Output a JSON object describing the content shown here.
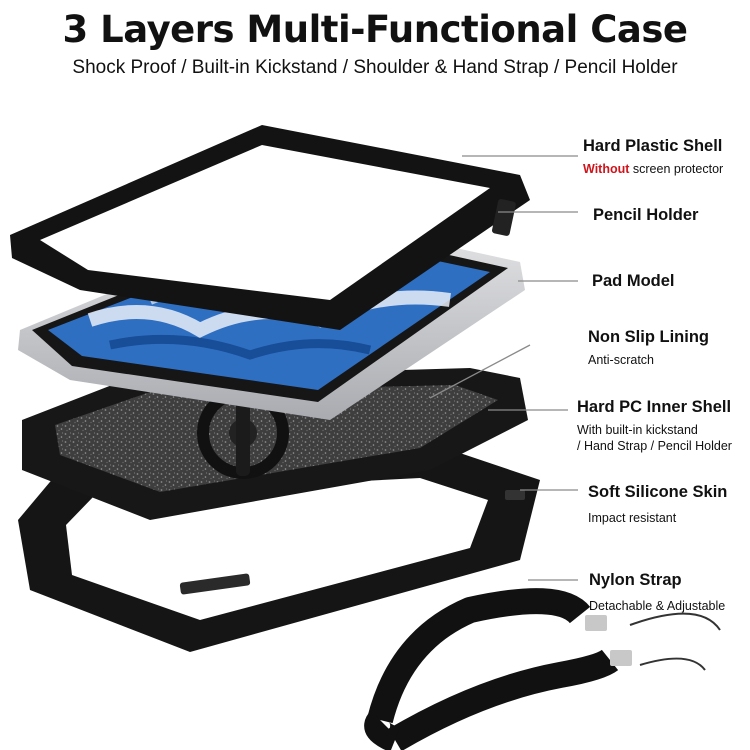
{
  "header": {
    "title": "3 Layers Multi-Functional Case",
    "subtitle": "Shock Proof / Built-in Kickstand / Shoulder & Hand Strap / Pencil Holder"
  },
  "callouts": [
    {
      "heading": "Hard Plastic Shell",
      "sub_highlight": "Without",
      "sub_rest": " screen protector",
      "line2": ""
    },
    {
      "heading": "Pencil Holder",
      "sub_highlight": "",
      "sub_rest": "",
      "line2": ""
    },
    {
      "heading": "Pad Model",
      "sub_highlight": "",
      "sub_rest": "",
      "line2": ""
    },
    {
      "heading": "Non Slip Lining",
      "sub_highlight": "",
      "sub_rest": "Anti-scratch",
      "line2": ""
    },
    {
      "heading": "Hard PC Inner Shell",
      "sub_highlight": "",
      "sub_rest": "With built-in kickstand",
      "line2": "/ Hand Strap / Pencil Holder"
    },
    {
      "heading": "Soft Silicone Skin",
      "sub_highlight": "",
      "sub_rest": "Impact resistant",
      "line2": ""
    },
    {
      "heading": "Nylon Strap",
      "sub_highlight": "",
      "sub_rest": "Detachable & Adjustable",
      "line2": ""
    }
  ],
  "colors": {
    "highlight": "#d0141b",
    "case_black": "#141414",
    "lining_gray": "#4a4a4a",
    "screen_blue": "#2f6fc2"
  }
}
